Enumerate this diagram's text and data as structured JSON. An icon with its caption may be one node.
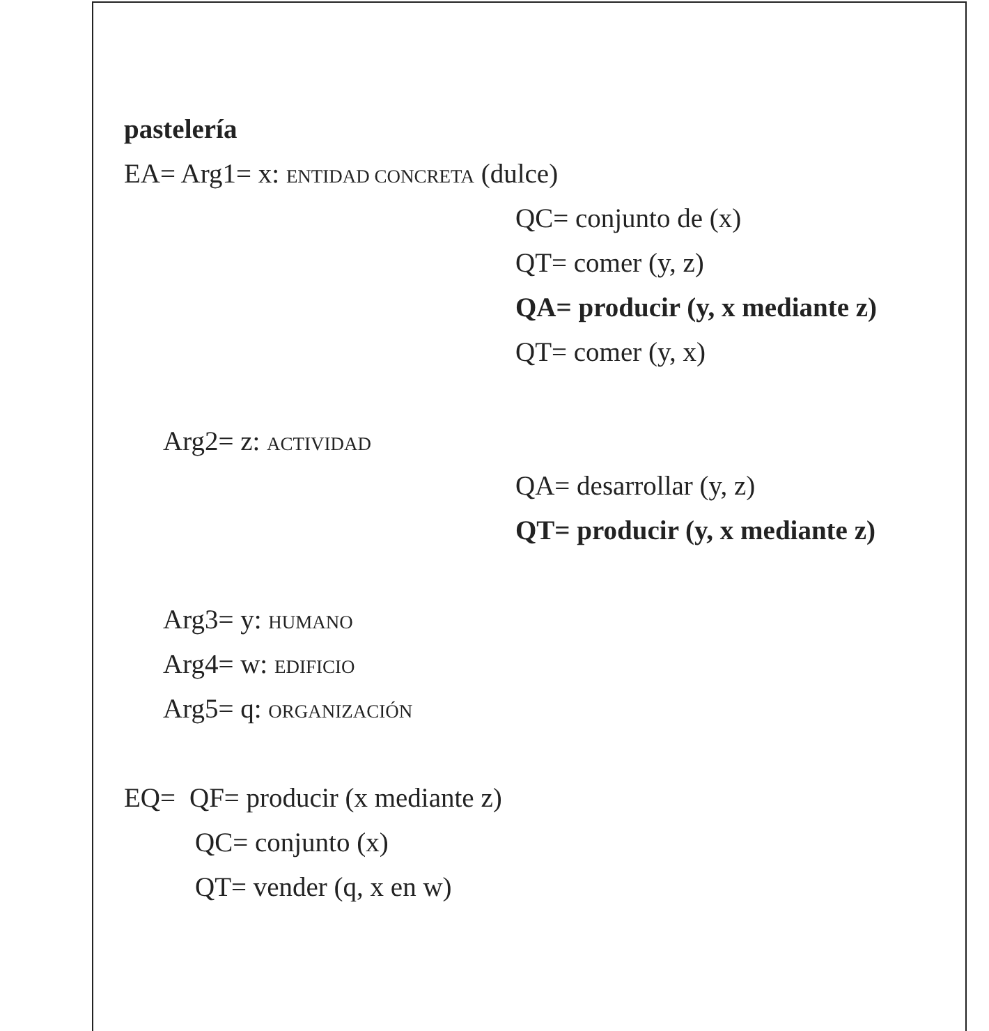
{
  "diagram": {
    "title": "pastelería",
    "labels": [
      "EA= Arg1= x: ENTIDAD CONCRETA (dulce)",
      "QC= conjunto de (x)",
      "QT= comer (y, z)",
      "QA= producir (y, x mediante z)",
      "QT= comer (y, x)",
      "Arg2= z: ACTIVIDAD",
      "QA= desarrollar (y, z)",
      "QT= producir (y, x mediante z)",
      "Arg3= y: HUMANO",
      "Arg4= w: EDIFICIO",
      "Arg5= q: ORGANIZACIÓN",
      "EQ=",
      "QF= producir (x mediante z)",
      "QC= conjunto (x)",
      "QT= vender (q, x en w)"
    ]
  }
}
